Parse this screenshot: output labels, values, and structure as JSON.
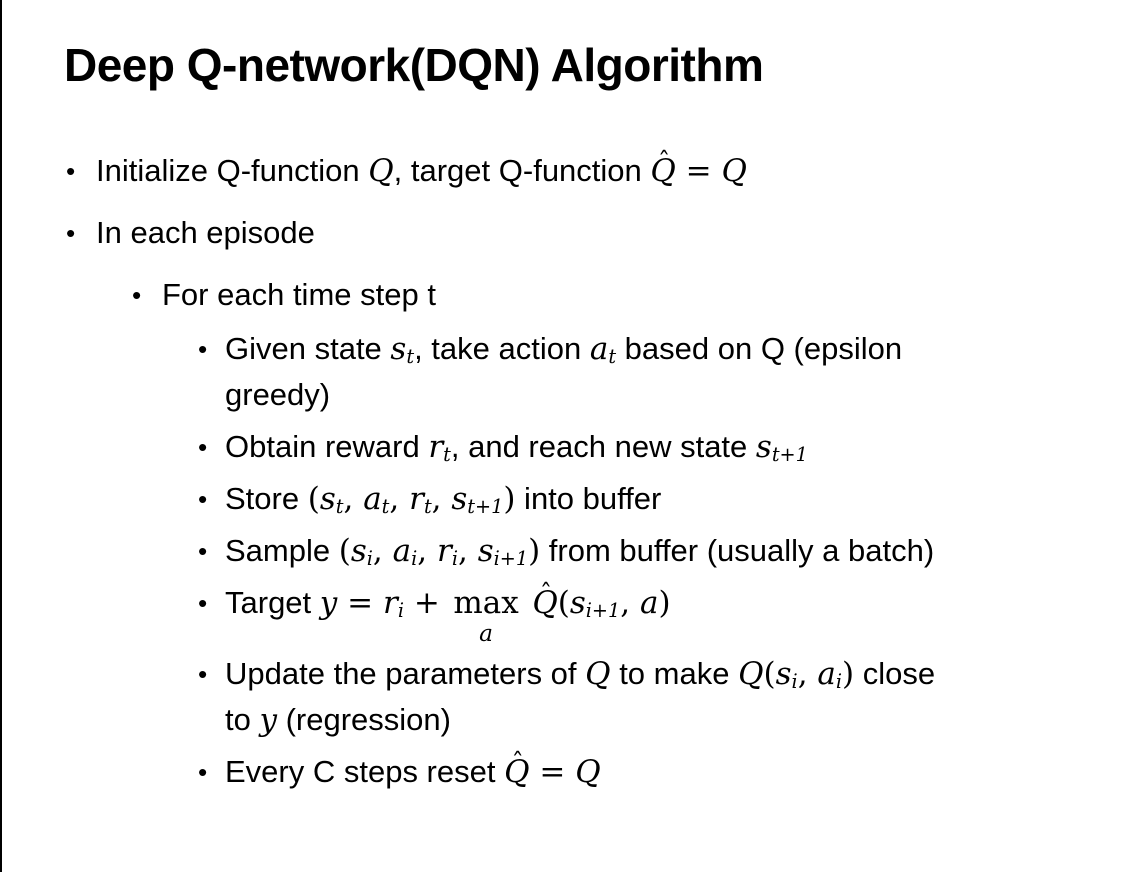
{
  "slide": {
    "title": "Deep Q-network(DQN) Algorithm"
  },
  "symbols": {
    "bullet": "•",
    "hat": "ˆ"
  },
  "colors": {
    "background": "#ffffff",
    "text": "#000000",
    "border": "#000000"
  },
  "bullets": [
    {
      "level": 1,
      "segments": [
        {
          "k": "t",
          "x": "Initialize Q-function "
        },
        {
          "k": "v",
          "x": "Q"
        },
        {
          "k": "t",
          "x": ", target Q-function "
        },
        {
          "k": "vh",
          "x": "Q"
        },
        {
          "k": "r",
          "x": " = "
        },
        {
          "k": "v",
          "x": "Q"
        }
      ]
    },
    {
      "level": 1,
      "segments": [
        {
          "k": "t",
          "x": "In each episode"
        }
      ]
    },
    {
      "level": 2,
      "segments": [
        {
          "k": "t",
          "x": "For each time step t"
        }
      ]
    },
    {
      "level": 3,
      "segments": [
        {
          "k": "t",
          "x": "Given state "
        },
        {
          "k": "v",
          "x": "s"
        },
        {
          "k": "s",
          "x": "t"
        },
        {
          "k": "t",
          "x": ", take action "
        },
        {
          "k": "v",
          "x": "a"
        },
        {
          "k": "s",
          "x": "t"
        },
        {
          "k": "t",
          "x": " based on Q (epsilon"
        },
        {
          "k": "br"
        },
        {
          "k": "t",
          "x": "greedy)"
        }
      ]
    },
    {
      "level": 3,
      "segments": [
        {
          "k": "t",
          "x": "Obtain reward "
        },
        {
          "k": "v",
          "x": "r"
        },
        {
          "k": "s",
          "x": "t"
        },
        {
          "k": "t",
          "x": ", and reach new state "
        },
        {
          "k": "v",
          "x": "s"
        },
        {
          "k": "s",
          "x": "t+1"
        }
      ]
    },
    {
      "level": 3,
      "segments": [
        {
          "k": "t",
          "x": "Store "
        },
        {
          "k": "r",
          "x": "("
        },
        {
          "k": "v",
          "x": "s"
        },
        {
          "k": "s",
          "x": "t"
        },
        {
          "k": "r",
          "x": ", "
        },
        {
          "k": "v",
          "x": "a"
        },
        {
          "k": "s",
          "x": "t"
        },
        {
          "k": "r",
          "x": ", "
        },
        {
          "k": "v",
          "x": "r"
        },
        {
          "k": "s",
          "x": "t"
        },
        {
          "k": "r",
          "x": ", "
        },
        {
          "k": "v",
          "x": "s"
        },
        {
          "k": "s",
          "x": "t+1"
        },
        {
          "k": "r",
          "x": ")"
        },
        {
          "k": "t",
          "x": " into buffer"
        }
      ]
    },
    {
      "level": 3,
      "segments": [
        {
          "k": "t",
          "x": "Sample "
        },
        {
          "k": "r",
          "x": "("
        },
        {
          "k": "v",
          "x": "s"
        },
        {
          "k": "s",
          "x": "i"
        },
        {
          "k": "r",
          "x": ", "
        },
        {
          "k": "v",
          "x": "a"
        },
        {
          "k": "s",
          "x": "i"
        },
        {
          "k": "r",
          "x": ", "
        },
        {
          "k": "v",
          "x": "r"
        },
        {
          "k": "s",
          "x": "i"
        },
        {
          "k": "r",
          "x": ", "
        },
        {
          "k": "v",
          "x": "s"
        },
        {
          "k": "s",
          "x": "i+1"
        },
        {
          "k": "r",
          "x": ")"
        },
        {
          "k": "t",
          "x": " from buffer (usually a batch)"
        }
      ]
    },
    {
      "level": 3,
      "segments": [
        {
          "k": "t",
          "x": "Target "
        },
        {
          "k": "v",
          "x": "y"
        },
        {
          "k": "r",
          "x": " = "
        },
        {
          "k": "v",
          "x": "r"
        },
        {
          "k": "s",
          "x": "i"
        },
        {
          "k": "r",
          "x": " + "
        },
        {
          "k": "u",
          "base": "max",
          "under": "a"
        },
        {
          "k": "r",
          "x": " "
        },
        {
          "k": "vh",
          "x": "Q"
        },
        {
          "k": "r",
          "x": "("
        },
        {
          "k": "v",
          "x": "s"
        },
        {
          "k": "s",
          "x": "i+1"
        },
        {
          "k": "r",
          "x": ", "
        },
        {
          "k": "v",
          "x": "a"
        },
        {
          "k": "r",
          "x": ")"
        }
      ]
    },
    {
      "level": 3,
      "segments": [
        {
          "k": "t",
          "x": "Update the parameters of "
        },
        {
          "k": "v",
          "x": "Q"
        },
        {
          "k": "t",
          "x": " to make "
        },
        {
          "k": "v",
          "x": "Q"
        },
        {
          "k": "r",
          "x": "("
        },
        {
          "k": "v",
          "x": "s"
        },
        {
          "k": "s",
          "x": "i"
        },
        {
          "k": "r",
          "x": ", "
        },
        {
          "k": "v",
          "x": "a"
        },
        {
          "k": "s",
          "x": "i"
        },
        {
          "k": "r",
          "x": ")"
        },
        {
          "k": "t",
          "x": " close"
        },
        {
          "k": "br"
        },
        {
          "k": "t",
          "x": "to "
        },
        {
          "k": "v",
          "x": "y"
        },
        {
          "k": "t",
          "x": " (regression)"
        }
      ]
    },
    {
      "level": 3,
      "segments": [
        {
          "k": "t",
          "x": "Every C steps reset "
        },
        {
          "k": "vh",
          "x": "Q"
        },
        {
          "k": "r",
          "x": " = "
        },
        {
          "k": "v",
          "x": "Q"
        }
      ]
    }
  ]
}
